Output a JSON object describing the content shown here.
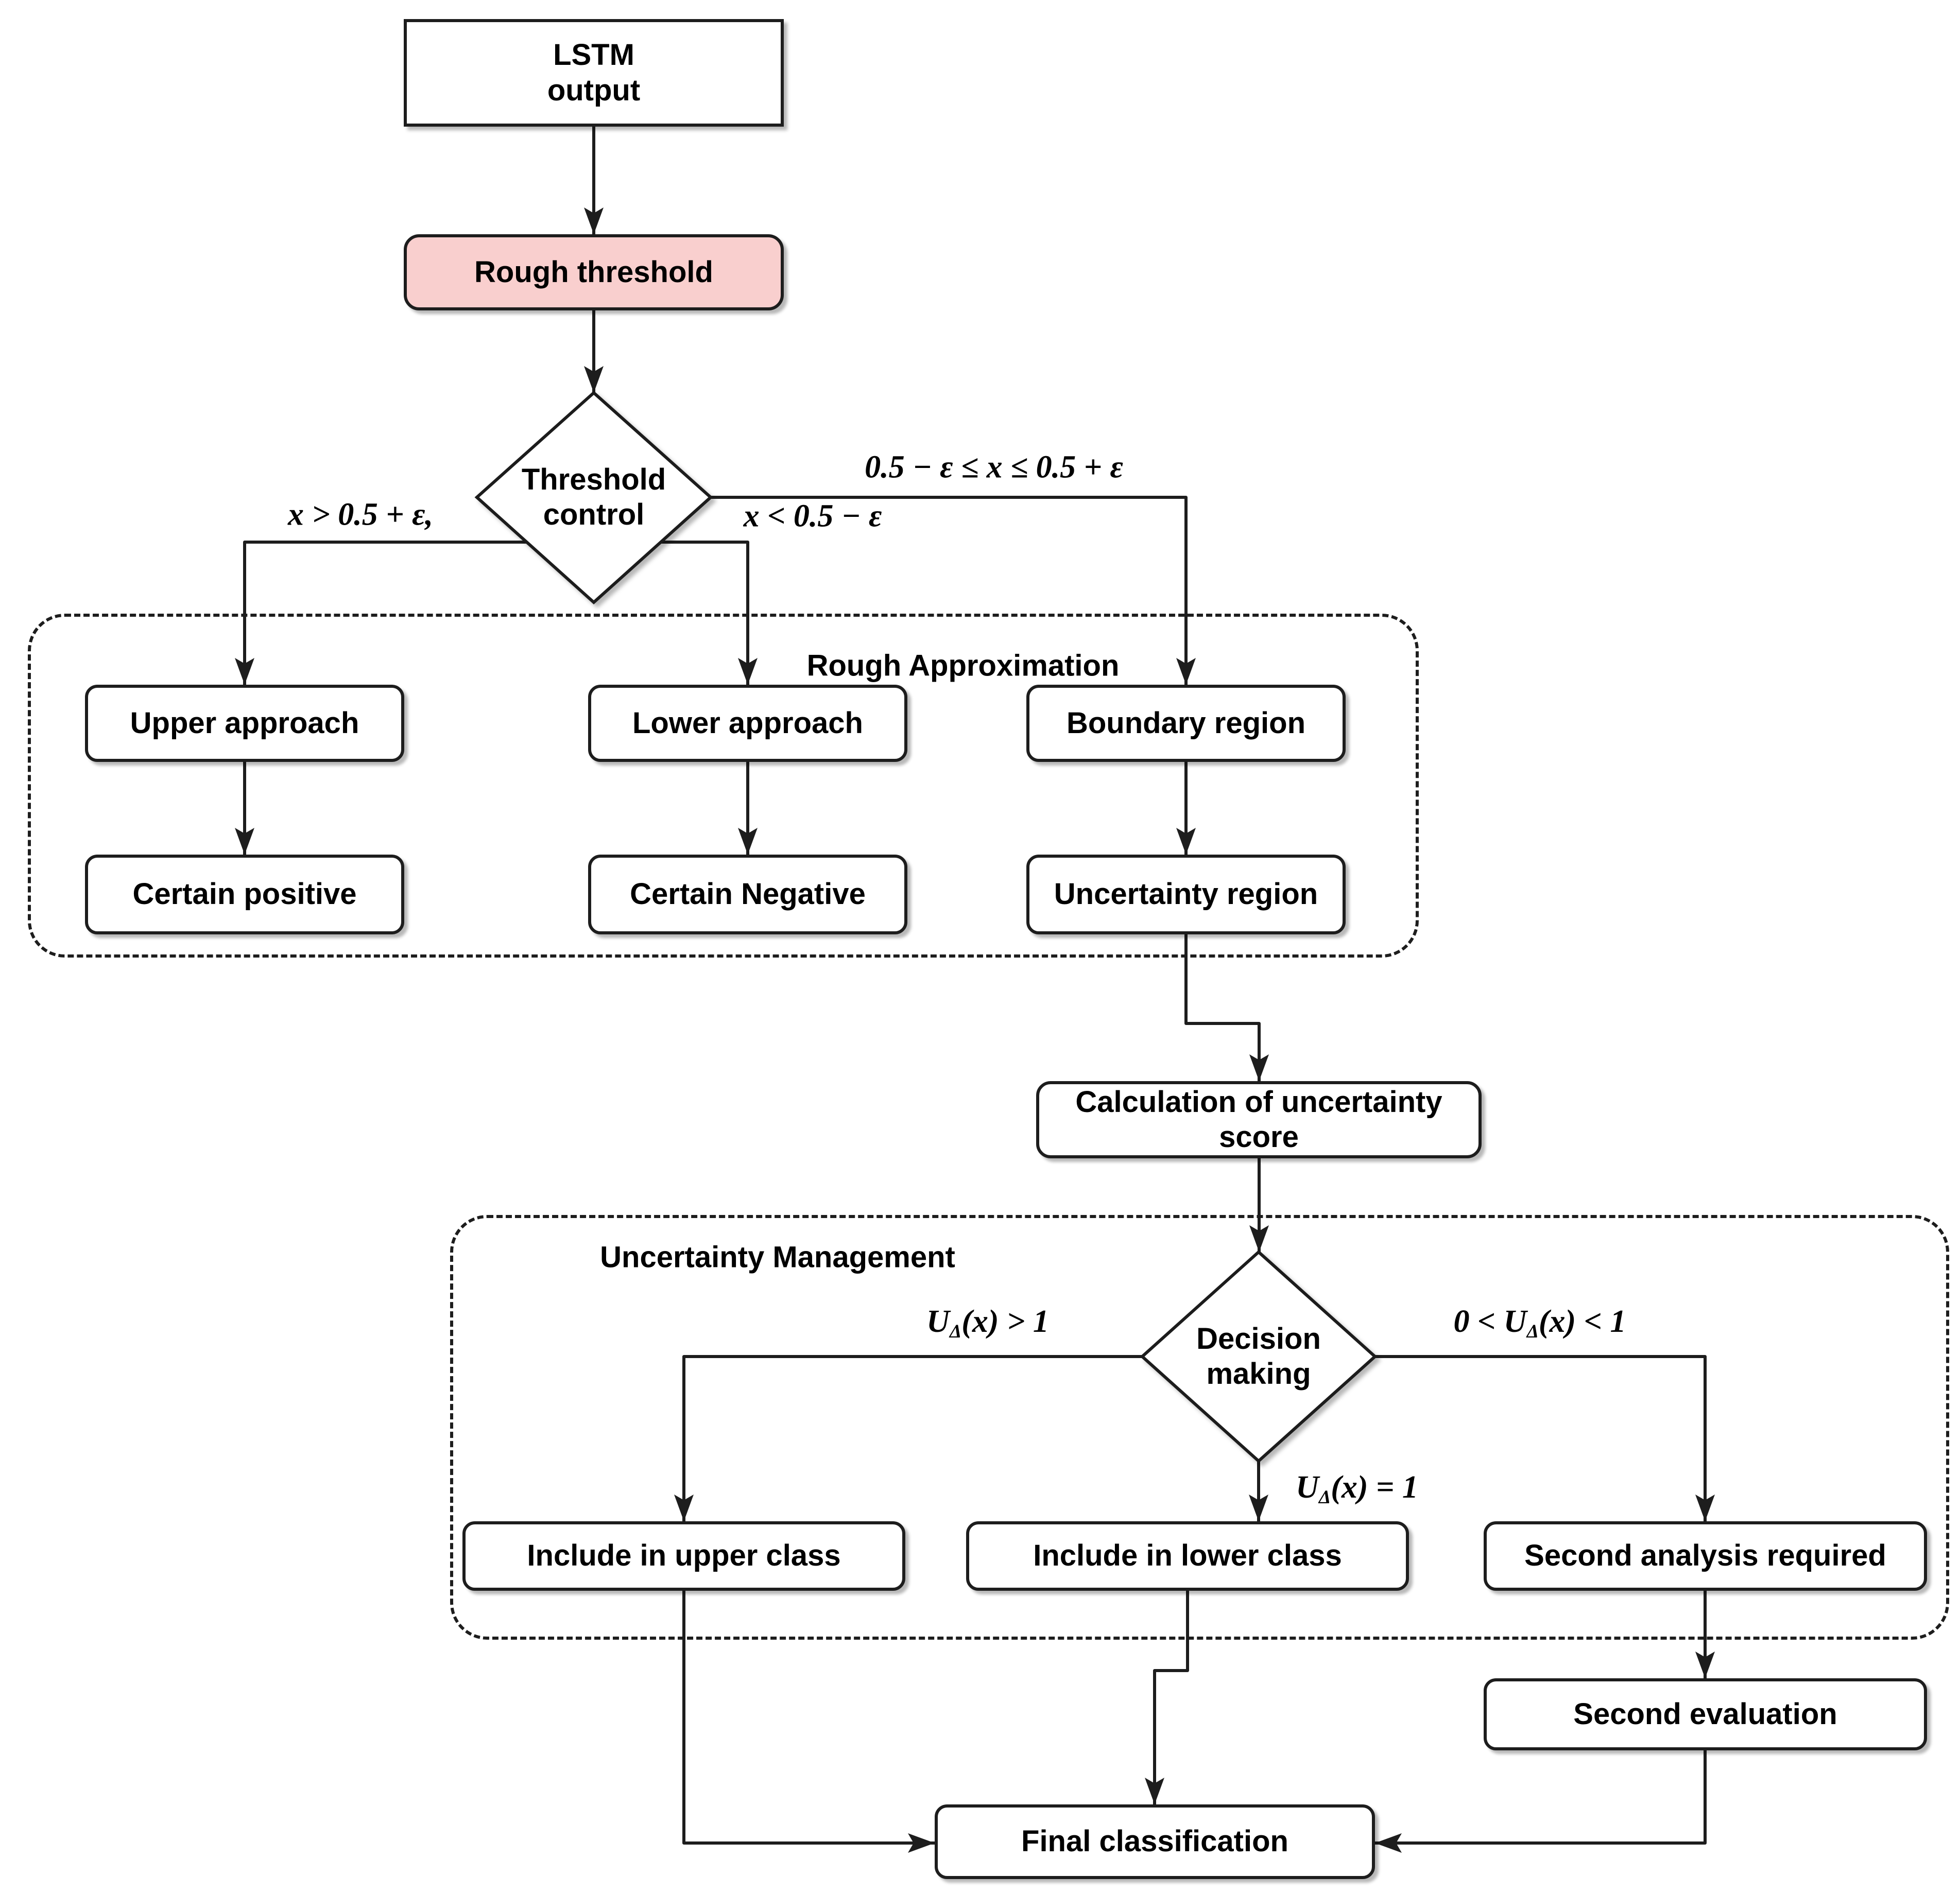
{
  "diagram": {
    "colors": {
      "stroke": "#1d1d1d",
      "node_fill": "#ffffff",
      "accent_fill": "#f9cfce",
      "text": "#000000",
      "background": "#ffffff"
    },
    "nodes": {
      "lstm_output": "LSTM\noutput",
      "rough_threshold": "Rough threshold",
      "threshold_control": "Threshold\ncontrol",
      "upper_approach": "Upper approach",
      "lower_approach": "Lower approach",
      "boundary_region": "Boundary region",
      "certain_positive": "Certain positive",
      "certain_negative": "Certain Negative",
      "uncertainty_region": "Uncertainty region",
      "calc_uncertainty": "Calculation of uncertainty\nscore",
      "decision_making": "Decision\nmaking",
      "include_upper": "Include in upper class",
      "include_lower": "Include in lower class",
      "second_analysis": "Second analysis required",
      "second_evaluation": "Second evaluation",
      "final_classification": "Final classification"
    },
    "containers": {
      "rough_approximation": "Rough Approximation",
      "uncertainty_management": "Uncertainty Management"
    },
    "edge_labels": {
      "gt_eps": "x > 0.5 + ε,",
      "lt_eps": "x < 0.5 − ε",
      "range_eps": "0.5 − ε ≤ x ≤ 0.5 + ε",
      "u_gt": {
        "pre": "",
        "base": "U",
        "sub": "Δ",
        "rest": "(x) > 1"
      },
      "u_eq": {
        "pre": "",
        "base": "U",
        "sub": "Δ",
        "rest": "(x) = 1"
      },
      "u_range": {
        "pre": "0 < ",
        "base": "U",
        "sub": "Δ",
        "rest": "(x) < 1"
      }
    }
  }
}
